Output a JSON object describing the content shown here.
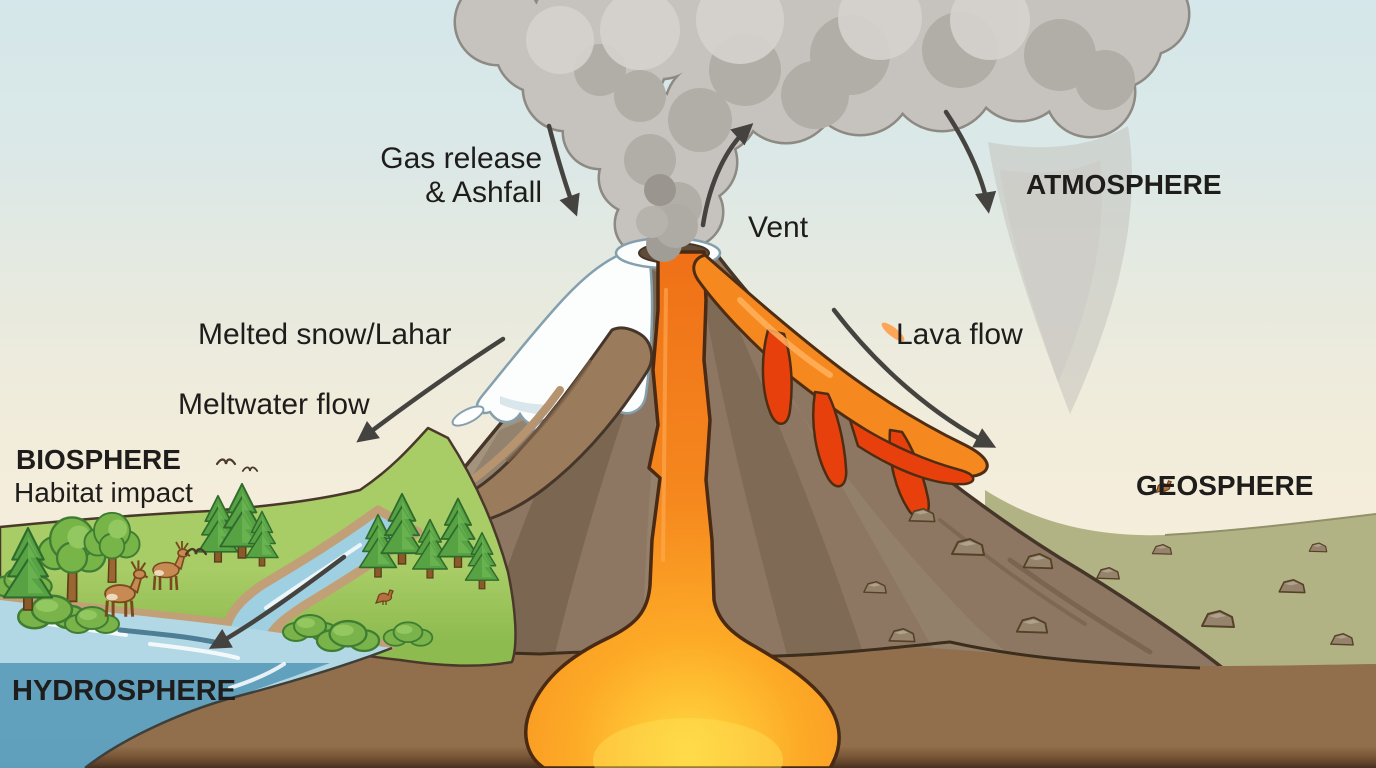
{
  "diagram": {
    "type": "volcano-earth-spheres-interaction",
    "labels": {
      "atmosphere": "ATMOSPHERE",
      "geosphere": "GEOSPHERE",
      "hydrosphere": "HYDROSPHERE",
      "biosphere_title": "BIOSPHERE",
      "biosphere_subtitle": "Habitat impact",
      "vent": "Vent",
      "gas_release_line1": "Gas release",
      "gas_release_line2": "& Ashfall",
      "melted_snow": "Melted snow/Lahar",
      "meltwater_flow": "Meltwater flow",
      "lava_flow": "Lava flow"
    },
    "arrows": [
      {
        "name": "gas-ashfall-arrow",
        "meaning": "gas and ash falling from plume",
        "direction": "down"
      },
      {
        "name": "eruption-up-arrow",
        "meaning": "eruption column rising from vent",
        "direction": "up-right"
      },
      {
        "name": "atmosphere-arrow",
        "meaning": "ash drifting down through atmosphere",
        "direction": "down"
      },
      {
        "name": "meltwater-arrow",
        "meaning": "melted snow / lahar flowing downslope",
        "direction": "down-left"
      },
      {
        "name": "lava-flow-arrow",
        "meaning": "lava flowing down the flank",
        "direction": "down-right"
      },
      {
        "name": "hydrosphere-arrow",
        "meaning": "meltwater entering river and lake",
        "direction": "down-left"
      }
    ],
    "scene_elements": [
      "ash-plume",
      "volcano",
      "crater-vent",
      "magma-conduit",
      "magma-chamber",
      "snow-cap",
      "lahar-mudflow",
      "lava-streams",
      "pine-forest",
      "deciduous-trees",
      "bushes",
      "deer",
      "birds",
      "river",
      "lake",
      "rocks",
      "grass-field"
    ],
    "colors": {
      "sky_top": "#d5e7ea",
      "sky_bottom": "#f7eedb",
      "smoke": "#c6c2bd",
      "smoke_shadow": "#b1ada7",
      "volcano": "#8d7763",
      "volcano_dark": "#7b6652",
      "outline": "#46362a",
      "lava_orange": "#f5881e",
      "lava_red": "#e8400d",
      "magma_glow": "#ffd942",
      "snow": "#ffffff",
      "mud": "#9a7c5d",
      "soil": "#8f6d4a",
      "soil_dark": "#4a3322",
      "grass": "#9cc45c",
      "olive_field": "#acad7e",
      "water": "#9fcfe0",
      "water_deep": "#5b9cba",
      "text": "#1e1d1b",
      "arrow": "#45433f"
    }
  }
}
